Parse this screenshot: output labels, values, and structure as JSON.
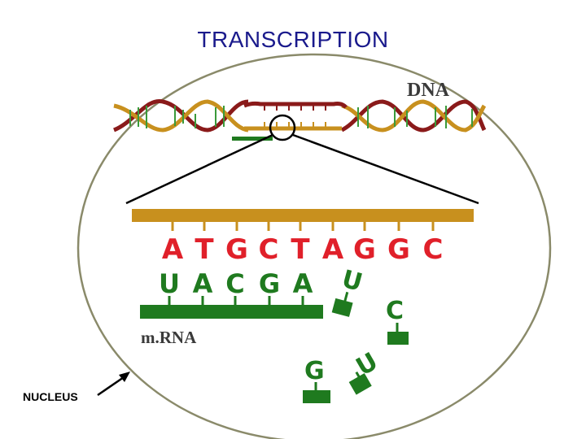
{
  "title": "TRANSCRIPTION",
  "dna_label": "DNA",
  "mrna_label": "m.RNA",
  "nucleus_label": "NUCLEUS",
  "dna_strand_bases": [
    "A",
    "T",
    "G",
    "C",
    "T",
    "A",
    "G",
    "G",
    "C"
  ],
  "rna_strand_bases": [
    "U",
    "A",
    "C",
    "G",
    "A"
  ],
  "free_nucleotides": [
    "U",
    "C",
    "U",
    "G"
  ],
  "colors": {
    "title": "#1a1a8c",
    "dna_strand": "#c8901e",
    "dna_bases": "#e0202a",
    "rna": "#1f7a1f",
    "helix_dark": "#8a1a1a",
    "nucleus_outline": "#8a8a6a"
  }
}
